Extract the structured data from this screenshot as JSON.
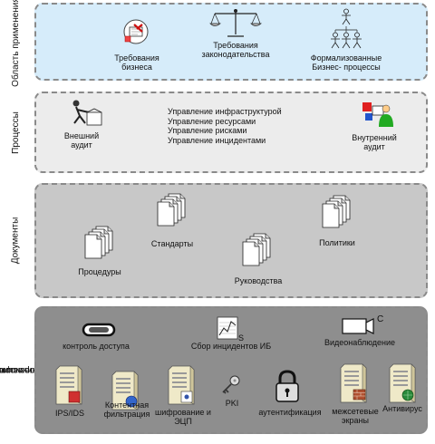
{
  "side_labels": {
    "scope": "Область применения",
    "processes": "Процессы",
    "documents": "Документы",
    "tech_line1": "Технические средства",
    "tech_line2": "информационной",
    "tech_line3": "безопасности"
  },
  "scope": {
    "business_line1": "Требования",
    "business_line2": "бизнеса",
    "law_line1": "Требования",
    "law_line2": "законодательства",
    "formal_line1": "Формализованные",
    "formal_line2": "Бизнес- процессы"
  },
  "processes": {
    "external_line1": "Внешний",
    "external_line2": "аудит",
    "internal_line1": "Внутренний",
    "internal_line2": "аудит",
    "list": [
      "Управление инфраструктурой",
      "Управление ресурсами",
      "Управление рисками",
      "Управление инцидентами"
    ]
  },
  "documents": {
    "standards": "Стандарты",
    "policies": "Политики",
    "procedures": "Процедуры",
    "guides": "Руководства"
  },
  "tech": {
    "access_control": "контроль доступа",
    "incidents": "Сбор инцидентов ИБ",
    "video": "Видеонаблюдение",
    "ips": "IPS/IDS",
    "content_line1": "Контентная",
    "content_line2": "фильтрация",
    "crypto_line1": "шифрование и",
    "crypto_line2": "ЭЦП",
    "pki": "PKI",
    "auth": "аутентификация",
    "fw_line1": "межсетевые",
    "fw_line2": "экраны",
    "antivirus": "Антивирус",
    "camera_mark": "C",
    "chart_mark": "S"
  }
}
